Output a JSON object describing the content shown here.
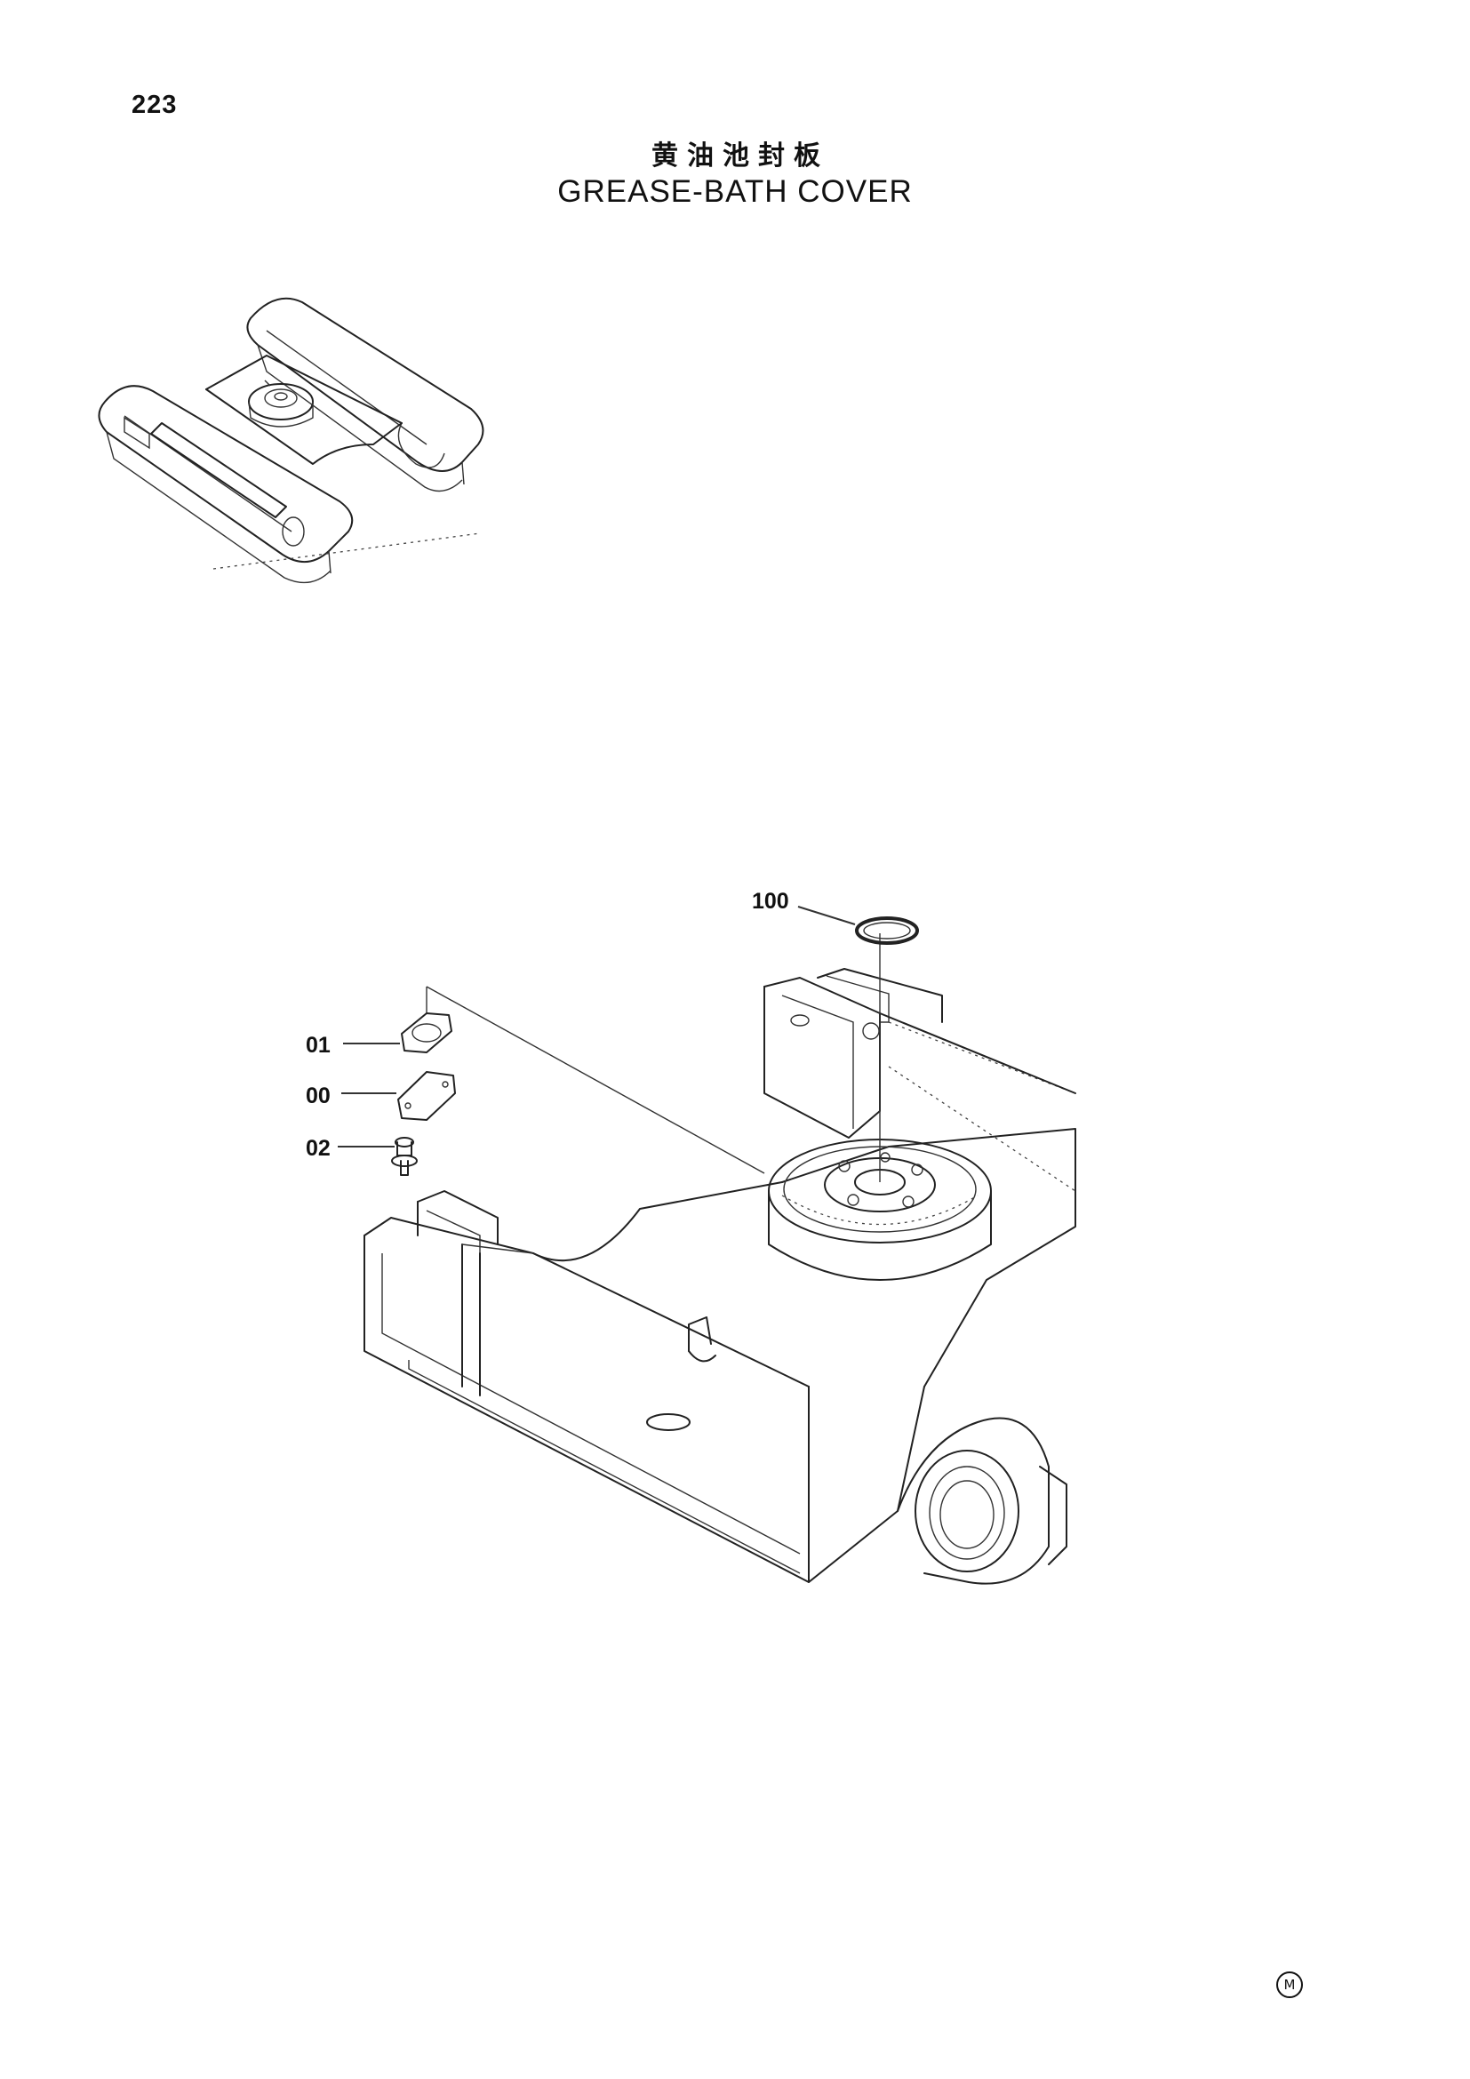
{
  "page": {
    "number": "223",
    "title_cn": "黄油池封板",
    "title_en": "GREASE-BATH COVER",
    "mark": "M"
  },
  "callouts": [
    {
      "id": "100",
      "label": "100"
    },
    {
      "id": "01",
      "label": "01"
    },
    {
      "id": "00",
      "label": "00"
    },
    {
      "id": "02",
      "label": "02"
    }
  ]
}
